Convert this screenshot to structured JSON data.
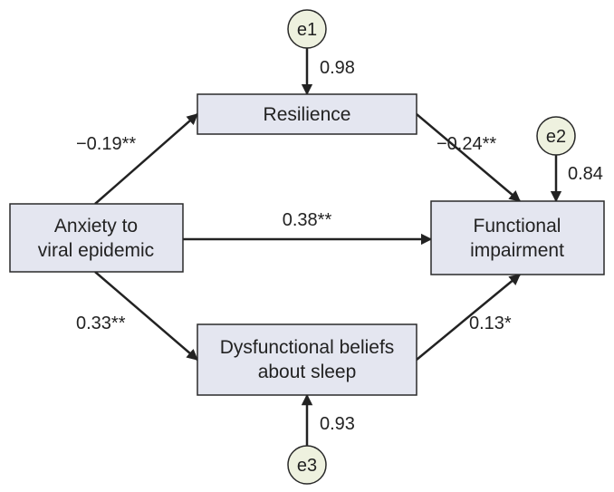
{
  "nodes": {
    "resilience": {
      "lines": [
        "Resilience"
      ]
    },
    "anxiety": {
      "lines": [
        "Anxiety to",
        "viral epidemic"
      ]
    },
    "impairment": {
      "lines": [
        "Functional",
        "impairment"
      ]
    },
    "sleep": {
      "lines": [
        "Dysfunctional beliefs",
        "about sleep"
      ]
    }
  },
  "errors": {
    "e1": "e1",
    "e2": "e2",
    "e3": "e3"
  },
  "paths": {
    "anxiety_resilience": "−0.19**",
    "resilience_impairment": "−0.24**",
    "anxiety_impairment": "0.38**",
    "anxiety_sleep": "0.33**",
    "sleep_impairment": "0.13*",
    "e1_resilience": "0.98",
    "e2_impairment": "0.84",
    "e3_sleep": "0.93"
  },
  "colors": {
    "node_fill": "#e4e6f0",
    "error_fill": "#eef1df",
    "stroke": "#222222"
  }
}
